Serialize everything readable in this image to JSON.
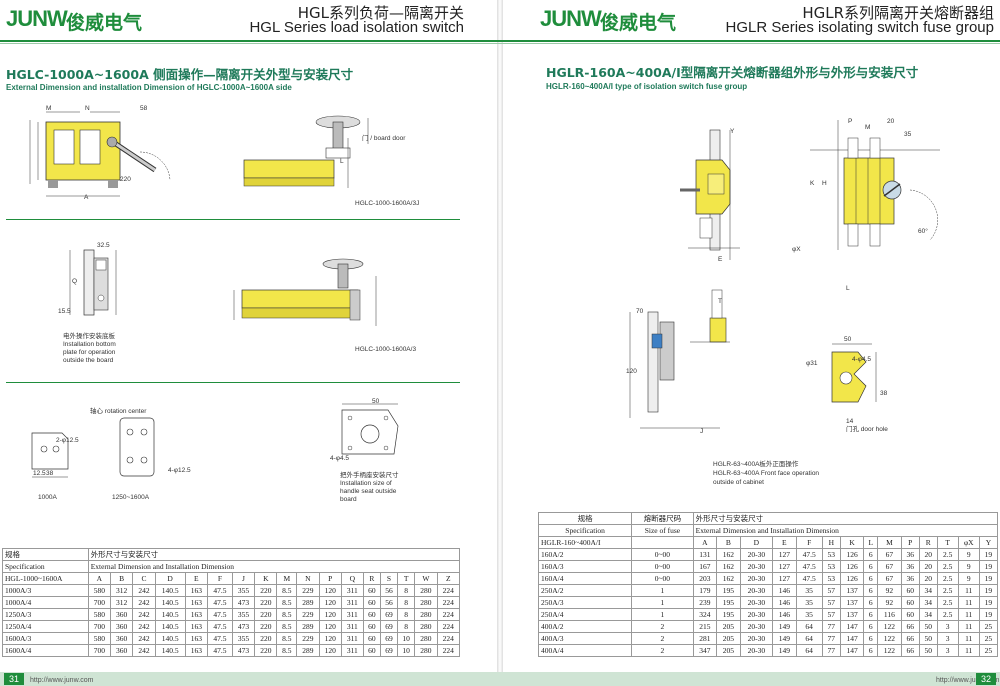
{
  "left": {
    "logo_en": "JUNW",
    "logo_cn": "俊威电气",
    "header_cn": "HGL系列负荷—隔离开关",
    "header_en": "HGL Series load isolation switch",
    "section_title": "HGLC-1000A~1600A 侧面操作—隔离开关外型与安装尺寸",
    "section_sub": "External Dimension and installation Dimension of HGLC-1000A~1600A side",
    "cap_fig2": "HGLC-1000-1600A/3J",
    "cap_fig4": "HGLC-1000-1600A/3",
    "cap_bottom_cn": "电外操作安装底板",
    "cap_bottom_en1": "Installation bottom",
    "cap_bottom_en2": "plate for operation",
    "cap_bottom_en3": "outside the board",
    "cap_handle_cn": "把外手柄座安装尺寸",
    "cap_handle_en1": "Installation size of",
    "cap_handle_en2": "handle seat outside",
    "cap_handle_en3": "board",
    "cap_1000": "1000A",
    "cap_1250": "1250~1600A",
    "lbl_board_door": "门 / board door",
    "lbl_m1": "M",
    "lbl_n1": "N",
    "lbl_s1": "58",
    "lbl_h1": "220",
    "lbl_a1": "A",
    "lbl_l1": "L",
    "lbl_q1": "Q",
    "lbl_size1": "32.5",
    "lbl_size2": "15.5",
    "lbl_size3": "2-φ12.5",
    "lbl_size4": "4-φ12.5",
    "lbl_size5": "4-φ4.5",
    "lbl_size6": "12.5",
    "lbl_size7": "38",
    "lbl_size8": "50",
    "lbl_handle_center": "轴心 rotation center",
    "table": {
      "spec_cn": "规格",
      "spec_en": "Specification",
      "dim_cn": "外形尺寸与安装尺寸",
      "dim_en": "External Dimension and Installation Dimension",
      "cols": [
        "HGL-1000~1600A",
        "A",
        "B",
        "C",
        "D",
        "E",
        "F",
        "J",
        "K",
        "M",
        "N",
        "P",
        "Q",
        "R",
        "S",
        "T",
        "W",
        "Z"
      ],
      "rows": [
        [
          "1000A/3",
          "580",
          "312",
          "242",
          "140.5",
          "163",
          "47.5",
          "355",
          "220",
          "8.5",
          "229",
          "120",
          "311",
          "60",
          "56",
          "8",
          "280",
          "224"
        ],
        [
          "1000A/4",
          "700",
          "312",
          "242",
          "140.5",
          "163",
          "47.5",
          "473",
          "220",
          "8.5",
          "289",
          "120",
          "311",
          "60",
          "56",
          "8",
          "280",
          "224"
        ],
        [
          "1250A/3",
          "580",
          "360",
          "242",
          "140.5",
          "163",
          "47.5",
          "355",
          "220",
          "8.5",
          "229",
          "120",
          "311",
          "60",
          "69",
          "8",
          "280",
          "224"
        ],
        [
          "1250A/4",
          "700",
          "360",
          "242",
          "140.5",
          "163",
          "47.5",
          "473",
          "220",
          "8.5",
          "289",
          "120",
          "311",
          "60",
          "69",
          "8",
          "280",
          "224"
        ],
        [
          "1600A/3",
          "580",
          "360",
          "242",
          "140.5",
          "163",
          "47.5",
          "355",
          "220",
          "8.5",
          "229",
          "120",
          "311",
          "60",
          "69",
          "10",
          "280",
          "224"
        ],
        [
          "1600A/4",
          "700",
          "360",
          "242",
          "140.5",
          "163",
          "47.5",
          "473",
          "220",
          "8.5",
          "289",
          "120",
          "311",
          "60",
          "69",
          "10",
          "280",
          "224"
        ]
      ]
    },
    "page_num": "31",
    "site": "http://www.junw.com"
  },
  "right": {
    "logo_en": "JUNW",
    "logo_cn": "俊威电气",
    "header_cn": "HGLR系列隔离开关熔断器组",
    "header_en": "HGLR Series isolating switch fuse group",
    "section_title": "HGLR-160A~400A/I型隔离开关熔断器组外形与外形与安装尺寸",
    "section_sub": "HGLR-160~400A/I type of isolation switch fuse group",
    "cap_front_cn": "HGLR-63~400A板外正面操作",
    "cap_front_en1": "HGLR-63~400A Front face operation",
    "cap_front_en2": "outside of cabinet",
    "lbl_door_hole": "门孔 door hole",
    "lbl_p": "P",
    "lbl_m": "M",
    "lbl_k": "K",
    "lbl_h": "H",
    "lbl_l": "L",
    "lbl_e": "E",
    "lbl_j": "J",
    "lbl_x": "φX",
    "lbl_y": "Y",
    "lbl_t": "T",
    "lbl_s1": "20",
    "lbl_s2": "35",
    "lbl_s3": "70",
    "lbl_s4": "120",
    "lbl_s5": "50",
    "lbl_s6": "4-φ4.5",
    "lbl_s7": "φ31",
    "lbl_s8": "14",
    "lbl_s9": "38",
    "lbl_s10": "60°",
    "table": {
      "spec_cn": "规格",
      "spec_en": "Specification",
      "fuse_cn": "熔断器尺码",
      "fuse_en": "Size of fuse",
      "dim_cn": "外形尺寸与安装尺寸",
      "dim_en": "External Dimension and Installation Dimension",
      "cols": [
        "HGLR-160~400A/I",
        "",
        "A",
        "B",
        "D",
        "E",
        "F",
        "H",
        "K",
        "L",
        "M",
        "P",
        "R",
        "T",
        "φX",
        "Y"
      ],
      "rows": [
        [
          "160A/2",
          "0~00",
          "131",
          "162",
          "20-30",
          "127",
          "47.5",
          "53",
          "126",
          "6",
          "67",
          "36",
          "20",
          "2.5",
          "9",
          "19"
        ],
        [
          "160A/3",
          "0~00",
          "167",
          "162",
          "20-30",
          "127",
          "47.5",
          "53",
          "126",
          "6",
          "67",
          "36",
          "20",
          "2.5",
          "9",
          "19"
        ],
        [
          "160A/4",
          "0~00",
          "203",
          "162",
          "20-30",
          "127",
          "47.5",
          "53",
          "126",
          "6",
          "67",
          "36",
          "20",
          "2.5",
          "9",
          "19"
        ],
        [
          "250A/2",
          "1",
          "179",
          "195",
          "20-30",
          "146",
          "35",
          "57",
          "137",
          "6",
          "92",
          "60",
          "34",
          "2.5",
          "11",
          "19"
        ],
        [
          "250A/3",
          "1",
          "239",
          "195",
          "20-30",
          "146",
          "35",
          "57",
          "137",
          "6",
          "92",
          "60",
          "34",
          "2.5",
          "11",
          "19"
        ],
        [
          "250A/4",
          "1",
          "324",
          "195",
          "20-30",
          "146",
          "35",
          "57",
          "137",
          "6",
          "116",
          "60",
          "34",
          "2.5",
          "11",
          "19"
        ],
        [
          "400A/2",
          "2",
          "215",
          "205",
          "20-30",
          "149",
          "64",
          "77",
          "147",
          "6",
          "122",
          "66",
          "50",
          "3",
          "11",
          "25"
        ],
        [
          "400A/3",
          "2",
          "281",
          "205",
          "20-30",
          "149",
          "64",
          "77",
          "147",
          "6",
          "122",
          "66",
          "50",
          "3",
          "11",
          "25"
        ],
        [
          "400A/4",
          "2",
          "347",
          "205",
          "20-30",
          "149",
          "64",
          "77",
          "147",
          "6",
          "122",
          "66",
          "50",
          "3",
          "11",
          "25"
        ]
      ]
    },
    "page_num": "32",
    "site": "http://www.junw.com"
  },
  "colors": {
    "brand_green": "#1f8d3c",
    "part_yellow": "#f2e64a",
    "rule_green": "#1f8d3c"
  }
}
